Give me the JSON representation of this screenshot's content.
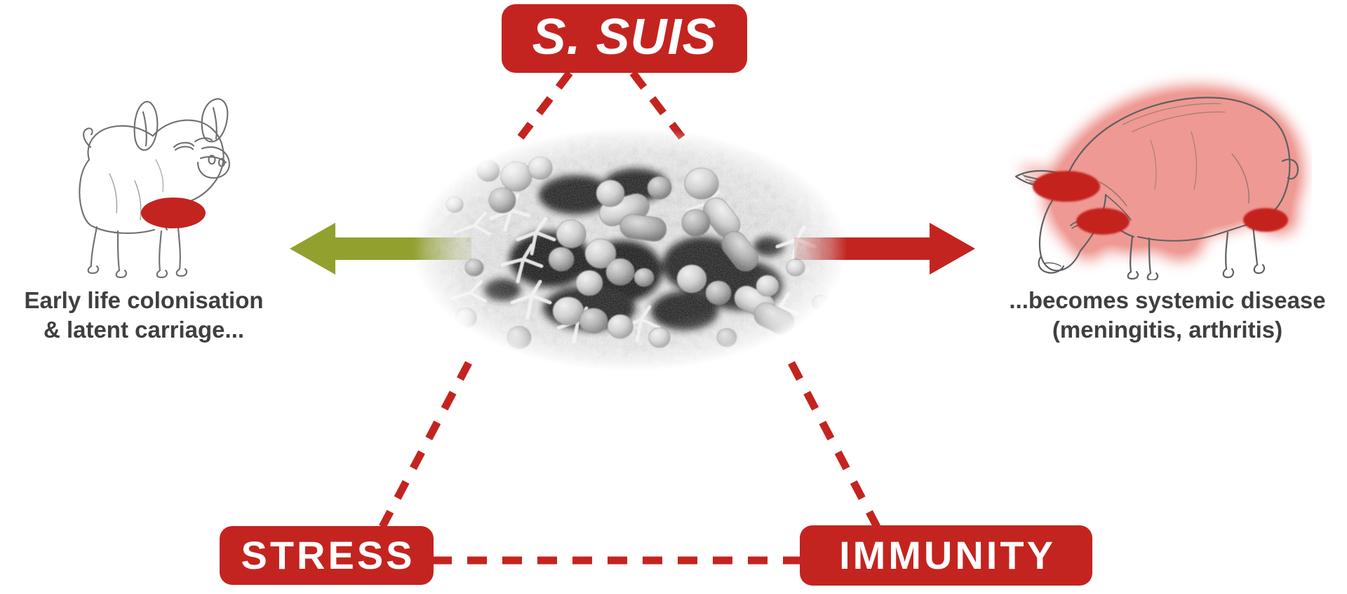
{
  "diagram": {
    "title": "S. suis colonisation and systemic disease schematic",
    "background_color": "#ffffff",
    "colors": {
      "red": "#c4241f",
      "olive": "#92a02e",
      "caption_text": "#3f3f3f",
      "pill_text": "#ffffff",
      "sketch_ink": "#6b6b6b"
    }
  },
  "nodes": {
    "pathogen": {
      "label": "S. SUIS",
      "style": "italic-bold-white-on-red-pill"
    },
    "stress": {
      "label": "STRESS",
      "style": "bold-white-on-red-pill"
    },
    "immunity": {
      "label": "IMMUNITY",
      "style": "bold-white-on-red-pill"
    }
  },
  "captions": {
    "left": "Early life colonisation\n& latent carriage...",
    "right": "...becomes systemic disease\n(meningitis, arthritis)"
  },
  "arrows": {
    "left": {
      "name": "colonisation-arrow",
      "direction": "left",
      "color": "#92a02e",
      "points_to": "Early life colonisation & latent carriage..."
    },
    "right": {
      "name": "disease-arrow",
      "direction": "right",
      "color": "#c4241f",
      "points_to": "...becomes systemic disease (meningitis, arthritis)"
    }
  },
  "connectors": [
    {
      "from": "S. SUIS",
      "to": "micrograph-left",
      "style": "dashed",
      "color": "#c4241f"
    },
    {
      "from": "S. SUIS",
      "to": "micrograph-right",
      "style": "dashed",
      "color": "#c4241f"
    },
    {
      "from": "micrograph-bottom-left",
      "to": "STRESS",
      "style": "dashed",
      "color": "#c4241f"
    },
    {
      "from": "micrograph-bottom-right",
      "to": "IMMUNITY",
      "style": "dashed",
      "color": "#c4241f"
    },
    {
      "from": "STRESS",
      "to": "IMMUNITY",
      "style": "dashed",
      "color": "#c4241f"
    }
  ],
  "images": {
    "micrograph": {
      "name": "sem-micrograph-bacteria",
      "description": "Grayscale scanning electron micrograph of streptococcal cocci and chains in a biofilm, feathered white edges",
      "tone": "grayscale"
    },
    "pig_left": {
      "name": "healthy-pig-sketch",
      "description": "Pencil sketch of a healthy standing piglet facing right",
      "markers": 1,
      "marker_color": "#c4241f"
    },
    "pig_right": {
      "name": "sick-pig-sketch",
      "description": "Pencil sketch of a sick pig with lowered head facing left, red halo glow",
      "markers": 3,
      "marker_color": "#c4241f",
      "glow_color": "#e8736a"
    }
  }
}
